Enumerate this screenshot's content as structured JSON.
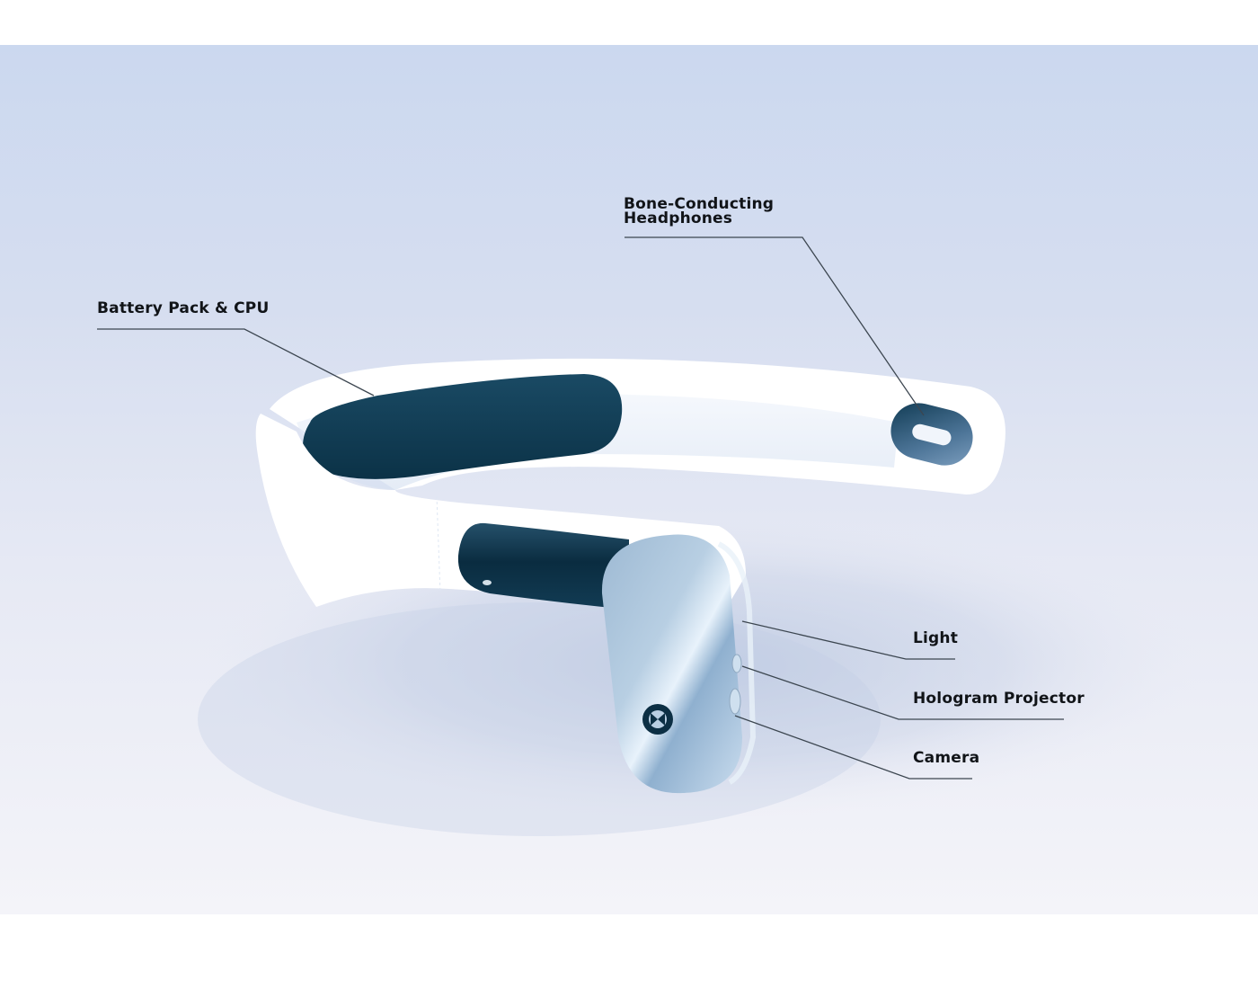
{
  "figure": {
    "subject": "Headband wearable device",
    "colors": {
      "background_top": "#cbd8ef",
      "background_bottom": "#f4f4f9",
      "band": "#ffffff",
      "pad_dark": "#0d3a52",
      "metal_plate": "#a9c3dc",
      "leader_line": "#3c4650",
      "label_text": "#111418"
    }
  },
  "callouts": {
    "bone_conducting": {
      "line1": "Bone-Conducting",
      "line2": "Headphones"
    },
    "battery": {
      "label": "Battery Pack & CPU"
    },
    "light": {
      "label": "Light"
    },
    "hologram": {
      "label": "Hologram Projector"
    },
    "camera": {
      "label": "Camera"
    }
  }
}
